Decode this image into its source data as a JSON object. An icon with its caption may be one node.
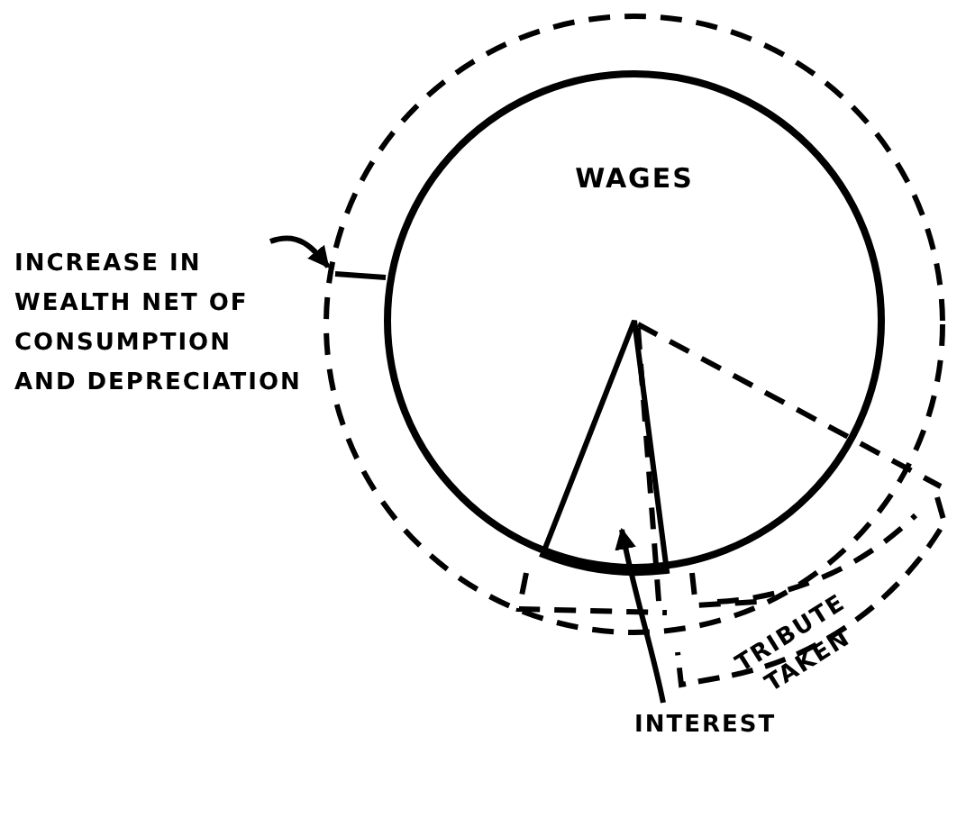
{
  "diagram": {
    "nodes": [
      {
        "text": [
          "WAGES"
        ],
        "in": 2
      },
      {
        "text": [
          "INCREASE IN WEALTH NET OF CONSUMPTION AND DEPRECIATION"
        ]
      },
      {
        "text": [],
        "shape": "circle"
      },
      {
        "text": [],
        "shape": "wedge",
        "in": 0
      },
      {
        "text": [
          "INTEREST"
        ]
      }
    ],
    "edges": [
      {
        "from": 1,
        "to": 2,
        "arrow": "to"
      },
      {
        "from": 4,
        "to": 3,
        "arrow": "to"
      }
    ],
    "labels": [
      "TRIBUTE TAKEN"
    ]
  }
}
